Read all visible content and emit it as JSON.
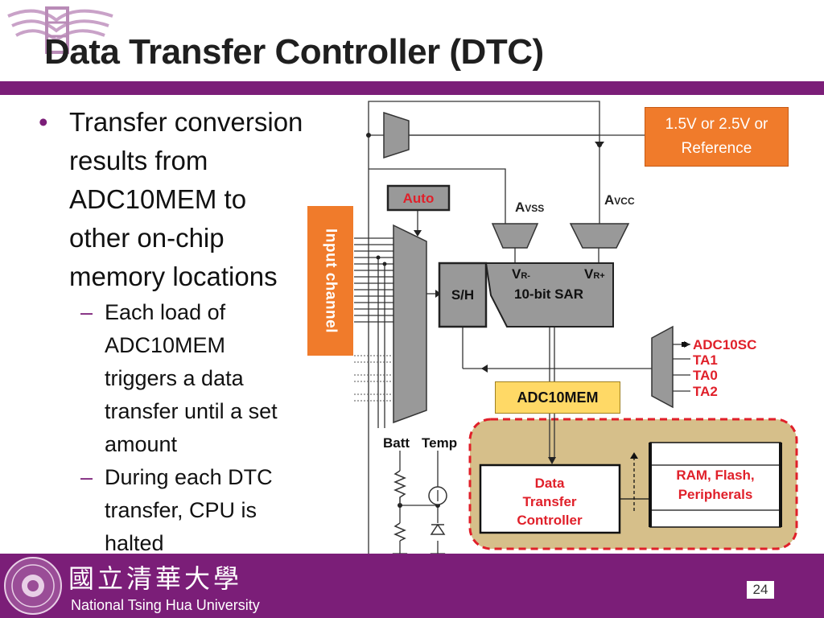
{
  "slide": {
    "title": "Data Transfer Controller (DTC)",
    "page_number": "24"
  },
  "bullets": {
    "main": [
      "Transfer conversion",
      "results from",
      "ADC10MEM to",
      "other on-chip",
      "memory locations"
    ],
    "sub1": [
      "Each load of",
      "ADC10MEM",
      "triggers a data",
      "transfer until a set",
      "amount"
    ],
    "sub2": [
      "During each DTC",
      "transfer, CPU is",
      "halted"
    ]
  },
  "diagram": {
    "input_channel": "Input channel",
    "reference": [
      "1.5V or 2.5V or",
      "Reference"
    ],
    "auto": "Auto",
    "avss": {
      "main": "A",
      "sub": "VSS"
    },
    "avcc": {
      "main": "A",
      "sub": "VCC"
    },
    "sh": "S/H",
    "vr_minus": {
      "main": "V",
      "sub": "R-"
    },
    "vr_plus": {
      "main": "V",
      "sub": "R+"
    },
    "sar": "10-bit SAR",
    "triggers": [
      "ADC10SC",
      "TA1",
      "TA0",
      "TA2"
    ],
    "adc10mem": "ADC10MEM",
    "batt": "Batt",
    "temp": "Temp",
    "dtc": [
      "Data",
      "Transfer",
      "Controller"
    ],
    "ram": [
      "RAM, Flash,",
      "Peripherals"
    ]
  },
  "footer": {
    "chinese_name": "國立清華大學",
    "university": "National Tsing Hua University"
  },
  "colors": {
    "brand_purple": "#7b1e78",
    "accent_orange": "#f07b2b",
    "adcmem_yellow": "#ffd966",
    "dtc_region": "#d6bf8a",
    "red_text": "#e0202a"
  }
}
